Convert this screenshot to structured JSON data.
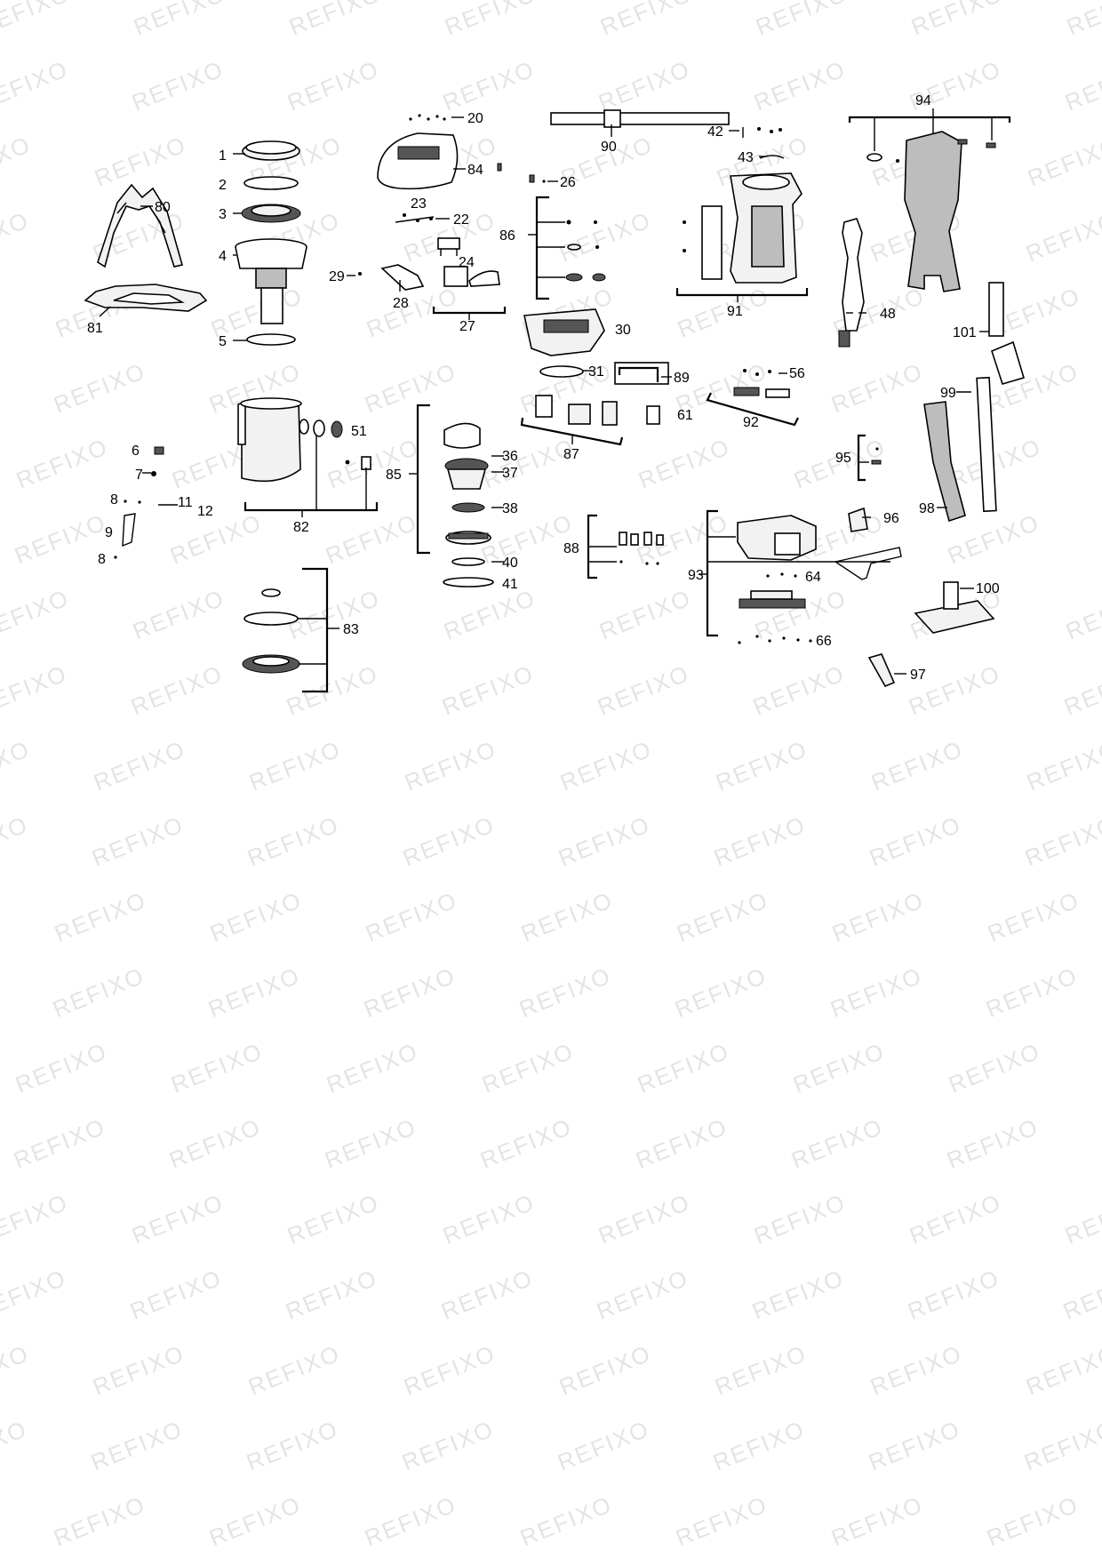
{
  "watermark": "REFIXO",
  "callouts": {
    "c1": "1",
    "c2": "2",
    "c3": "3",
    "c4": "4",
    "c5": "5",
    "c6": "6",
    "c7": "7",
    "c8a": "8",
    "c8b": "8",
    "c9": "9",
    "c11": "11",
    "c12": "12",
    "c20": "20",
    "c22": "22",
    "c23": "23",
    "c24": "24",
    "c26": "26",
    "c27": "27",
    "c28": "28",
    "c29": "29",
    "c30": "30",
    "c31": "31",
    "c36": "36",
    "c37": "37",
    "c38": "38",
    "c40": "40",
    "c41": "41",
    "c42": "42",
    "c43": "43",
    "c48": "48",
    "c51": "51",
    "c56": "56",
    "c61": "61",
    "c64": "64",
    "c66": "66",
    "c80": "80",
    "c81": "81",
    "c82": "82",
    "c83": "83",
    "c84": "84",
    "c85": "85",
    "c86": "86",
    "c87": "87",
    "c88": "88",
    "c89": "89",
    "c90": "90",
    "c91": "91",
    "c92": "92",
    "c93": "93",
    "c94": "94",
    "c95": "95",
    "c96": "96",
    "c97": "97",
    "c98": "98",
    "c99": "99",
    "c100": "100",
    "c101": "101"
  }
}
